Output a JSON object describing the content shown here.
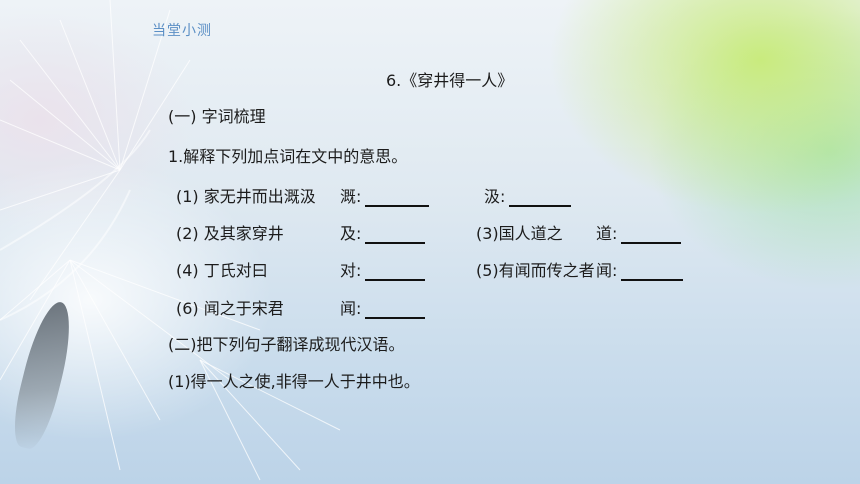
{
  "header": {
    "label": "当堂小测"
  },
  "title": "6.《穿井得一人》",
  "section1": "(一) 字词梳理",
  "task1": "1.解释下列加点词在文中的意思。",
  "rows": [
    {
      "n": "(1) 家无井而出溉汲",
      "a_label": "溉:",
      "b_label": "汲:"
    },
    {
      "n": "(2) 及其家穿井",
      "a_label": "及:",
      "c_n": "(3)国人道之",
      "c_label": "道:"
    },
    {
      "n": "(4) 丁氏对曰",
      "a_label": "对:",
      "c_n": "(5)有闻而传之者",
      "c_label": "闻:"
    },
    {
      "n": "(6) 闻之于宋君",
      "a_label": "闻:"
    }
  ],
  "section2": "(二)把下列句子翻译成现代汉语。",
  "sentence1": "(1)得一人之使,非得一人于井中也。"
}
